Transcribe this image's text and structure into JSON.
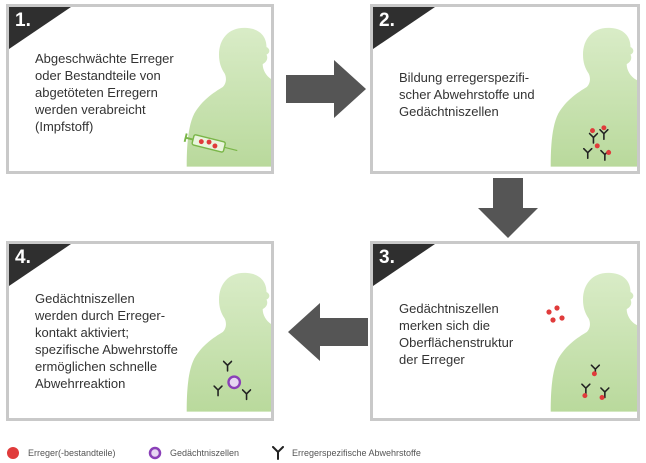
{
  "colors": {
    "panel_border": "#c9c9c9",
    "corner": "#2f2f2f",
    "arrow": "#555555",
    "body_fill": "#c9e3b3",
    "pathogen": "#e03b3b",
    "memory_cell": "#8a3fb8",
    "antibody": "#222222"
  },
  "panels": [
    {
      "number": "1.",
      "text": "Abgeschwächte Erreger\noder Bestandteile von\nabgetöteten Erregern\nwerden verabreicht\n(Impfstoff)"
    },
    {
      "number": "2.",
      "text": "Bildung erregerspezifi-\nscher Abwehrstoffe und\nGedächtniszellen"
    },
    {
      "number": "3.",
      "text": "Gedächtniszellen\nmerken sich die\nOberflächenstruktur\nder Erreger"
    },
    {
      "number": "4.",
      "text": "Gedächtniszellen\nwerden durch Erreger-\nkontakt aktiviert;\nspezifische Abwehrstoffe\nermöglichen schnelle\nAbwehrreaktion"
    }
  ],
  "legend": {
    "pathogen": "Erreger(-bestandteile)",
    "memory_cells": "Gedächtniszellen",
    "antibodies": "Erregerspezifische Abwehrstoffe"
  },
  "icons": [
    "syringe-icon",
    "pathogen-dot-icon",
    "memory-cell-icon",
    "antibody-icon",
    "arrow-right-icon",
    "arrow-down-icon",
    "arrow-left-icon"
  ]
}
